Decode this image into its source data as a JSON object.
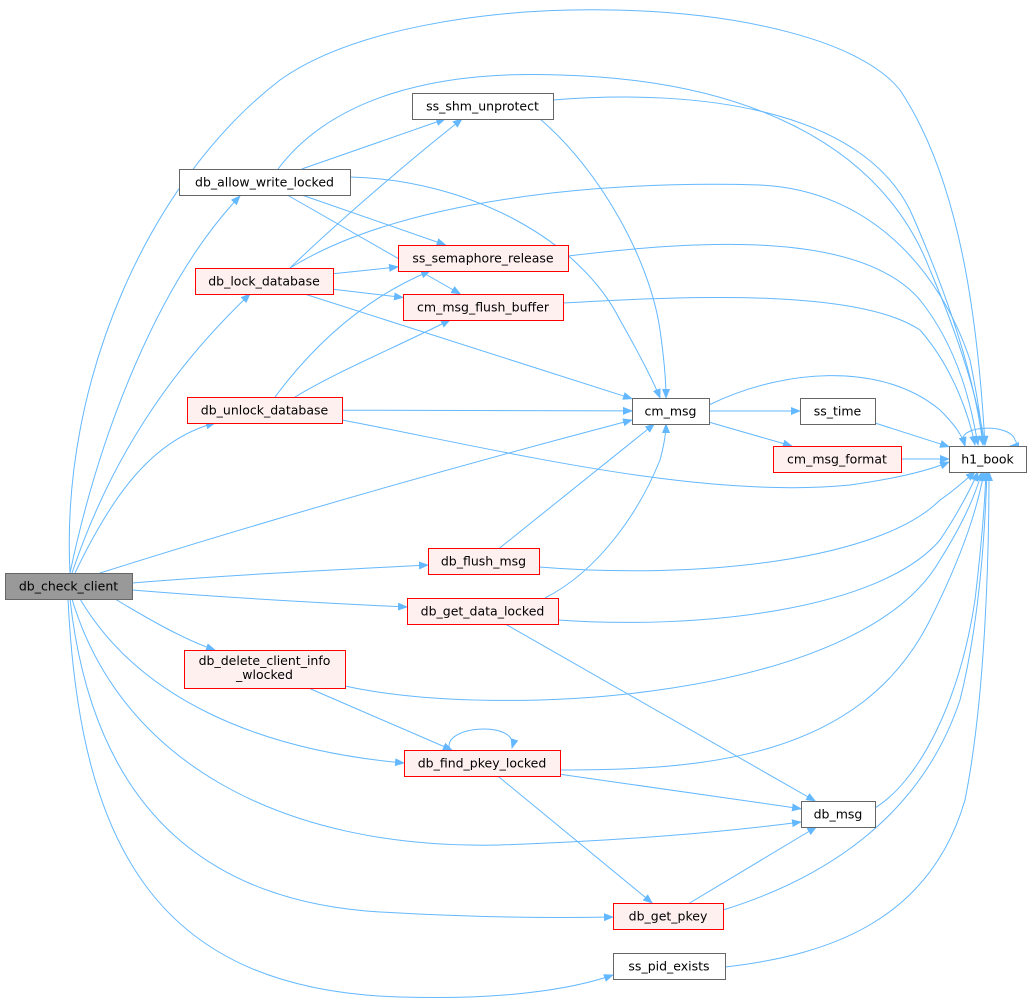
{
  "colors": {
    "edge": "#63b8ff",
    "root_fill": "#999999",
    "root_border": "#666666",
    "normal_fill": "#ffffff",
    "normal_border": "#666666",
    "red_fill": "#fff0f0",
    "red_border": "#ff0000"
  },
  "nodes": {
    "db_check_client": {
      "label": "db_check_client",
      "kind": "root"
    },
    "db_allow_write_locked": {
      "label": "db_allow_write_locked",
      "kind": "normal"
    },
    "ss_shm_unprotect": {
      "label": "ss_shm_unprotect",
      "kind": "normal"
    },
    "db_lock_database": {
      "label": "db_lock_database",
      "kind": "red"
    },
    "ss_semaphore_release": {
      "label": "ss_semaphore_release",
      "kind": "red"
    },
    "cm_msg_flush_buffer": {
      "label": "cm_msg_flush_buffer",
      "kind": "red"
    },
    "db_unlock_database": {
      "label": "db_unlock_database",
      "kind": "red"
    },
    "cm_msg": {
      "label": "cm_msg",
      "kind": "normal"
    },
    "ss_time": {
      "label": "ss_time",
      "kind": "normal"
    },
    "cm_msg_format": {
      "label": "cm_msg_format",
      "kind": "red"
    },
    "h1_book": {
      "label": "h1_book",
      "kind": "normal"
    },
    "db_flush_msg": {
      "label": "db_flush_msg",
      "kind": "red"
    },
    "db_get_data_locked": {
      "label": "db_get_data_locked",
      "kind": "red"
    },
    "db_delete_client_info_wlocked": {
      "label": "db_delete_client_info",
      "label2": "_wlocked",
      "kind": "red"
    },
    "db_find_pkey_locked": {
      "label": "db_find_pkey_locked",
      "kind": "red"
    },
    "db_msg": {
      "label": "db_msg",
      "kind": "normal"
    },
    "db_get_pkey": {
      "label": "db_get_pkey",
      "kind": "red"
    },
    "ss_pid_exists": {
      "label": "ss_pid_exists",
      "kind": "normal"
    }
  },
  "edges": [
    [
      "db_check_client",
      "h1_book"
    ],
    [
      "db_check_client",
      "db_allow_write_locked"
    ],
    [
      "db_check_client",
      "db_lock_database"
    ],
    [
      "db_check_client",
      "db_unlock_database"
    ],
    [
      "db_check_client",
      "cm_msg"
    ],
    [
      "db_check_client",
      "db_flush_msg"
    ],
    [
      "db_check_client",
      "db_get_data_locked"
    ],
    [
      "db_check_client",
      "db_delete_client_info_wlocked"
    ],
    [
      "db_check_client",
      "db_find_pkey_locked"
    ],
    [
      "db_check_client",
      "db_msg"
    ],
    [
      "db_check_client",
      "db_get_pkey"
    ],
    [
      "db_check_client",
      "ss_pid_exists"
    ],
    [
      "db_allow_write_locked",
      "ss_shm_unprotect"
    ],
    [
      "db_allow_write_locked",
      "h1_book"
    ],
    [
      "db_allow_write_locked",
      "ss_semaphore_release"
    ],
    [
      "db_allow_write_locked",
      "cm_msg_flush_buffer"
    ],
    [
      "db_allow_write_locked",
      "cm_msg"
    ],
    [
      "ss_shm_unprotect",
      "h1_book"
    ],
    [
      "ss_shm_unprotect",
      "cm_msg"
    ],
    [
      "db_lock_database",
      "ss_shm_unprotect"
    ],
    [
      "db_lock_database",
      "h1_book"
    ],
    [
      "db_lock_database",
      "ss_semaphore_release"
    ],
    [
      "db_lock_database",
      "cm_msg_flush_buffer"
    ],
    [
      "db_lock_database",
      "cm_msg"
    ],
    [
      "ss_semaphore_release",
      "h1_book"
    ],
    [
      "cm_msg_flush_buffer",
      "h1_book"
    ],
    [
      "db_unlock_database",
      "ss_semaphore_release"
    ],
    [
      "db_unlock_database",
      "cm_msg_flush_buffer"
    ],
    [
      "db_unlock_database",
      "cm_msg"
    ],
    [
      "db_unlock_database",
      "h1_book"
    ],
    [
      "cm_msg",
      "h1_book"
    ],
    [
      "cm_msg",
      "ss_time"
    ],
    [
      "cm_msg",
      "cm_msg_format"
    ],
    [
      "ss_time",
      "h1_book"
    ],
    [
      "cm_msg_format",
      "h1_book"
    ],
    [
      "h1_book",
      "h1_book"
    ],
    [
      "db_flush_msg",
      "cm_msg"
    ],
    [
      "db_flush_msg",
      "h1_book"
    ],
    [
      "db_get_data_locked",
      "cm_msg"
    ],
    [
      "db_get_data_locked",
      "h1_book"
    ],
    [
      "db_get_data_locked",
      "db_msg"
    ],
    [
      "db_delete_client_info_wlocked",
      "h1_book"
    ],
    [
      "db_delete_client_info_wlocked",
      "db_find_pkey_locked"
    ],
    [
      "db_find_pkey_locked",
      "db_find_pkey_locked"
    ],
    [
      "db_find_pkey_locked",
      "h1_book"
    ],
    [
      "db_find_pkey_locked",
      "db_msg"
    ],
    [
      "db_find_pkey_locked",
      "db_get_pkey"
    ],
    [
      "db_msg",
      "h1_book"
    ],
    [
      "db_get_pkey",
      "db_msg"
    ],
    [
      "db_get_pkey",
      "h1_book"
    ],
    [
      "ss_pid_exists",
      "h1_book"
    ]
  ]
}
